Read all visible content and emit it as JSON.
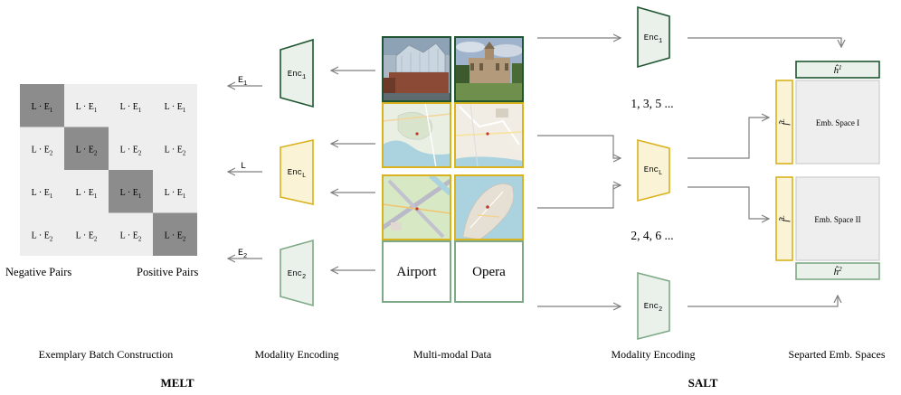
{
  "matrix": {
    "cells": [
      [
        "L · E",
        "L · E",
        "L · E",
        "L · E"
      ],
      [
        "L · E",
        "L · E",
        "L · E",
        "L · E"
      ],
      [
        "L · E",
        "L · E",
        "L · E",
        "L · E"
      ],
      [
        "L · E",
        "L · E",
        "L · E",
        "L · E"
      ]
    ],
    "cell_subscripts": [
      [
        "1",
        "1",
        "1",
        "1"
      ],
      [
        "2",
        "2",
        "2",
        "2"
      ],
      [
        "1",
        "1",
        "1",
        "1"
      ],
      [
        "2",
        "2",
        "2",
        "2"
      ]
    ],
    "negative_label": "Negative Pairs",
    "positive_label": "Positive Pairs"
  },
  "melt_arrows": {
    "e1": "E",
    "e1_sub": "1",
    "l": "L",
    "e2": "E",
    "e2_sub": "2"
  },
  "encoders": {
    "enc1": "Enc",
    "enc1_sub": "1",
    "encl": "Enc",
    "encl_sub": "L",
    "enc2": "Enc",
    "enc2_sub": "2"
  },
  "text_cells": {
    "airport": "Airport",
    "opera": "Opera"
  },
  "salt": {
    "odd_batches": "1, 3, 5 ...",
    "even_batches": "2, 4, 6 ...",
    "h1": "ĥ",
    "h1_sup": "1",
    "h2": "ĥ",
    "h2_sup": "2",
    "fl": "f̂",
    "fl_sup": "L",
    "space1": "Emb. Space I",
    "space2": "Emb. Space II"
  },
  "captions": {
    "batch": "Exemplary Batch Construction",
    "mod_enc_left": "Modality Encoding",
    "multimodal": "Multi-modal Data",
    "mod_enc_right": "Modality Encoding",
    "spaces": "Separted Emb. Spaces"
  },
  "titles": {
    "melt": "MELT",
    "salt": "SALT"
  },
  "colors": {
    "green_dark": "#1f5631",
    "green_light": "#7ea986",
    "yellow": "#d9b21e",
    "gray_arrow": "#7f7f7f",
    "cell_light": "#eeeeee",
    "cell_dark": "#8c8c8c"
  }
}
